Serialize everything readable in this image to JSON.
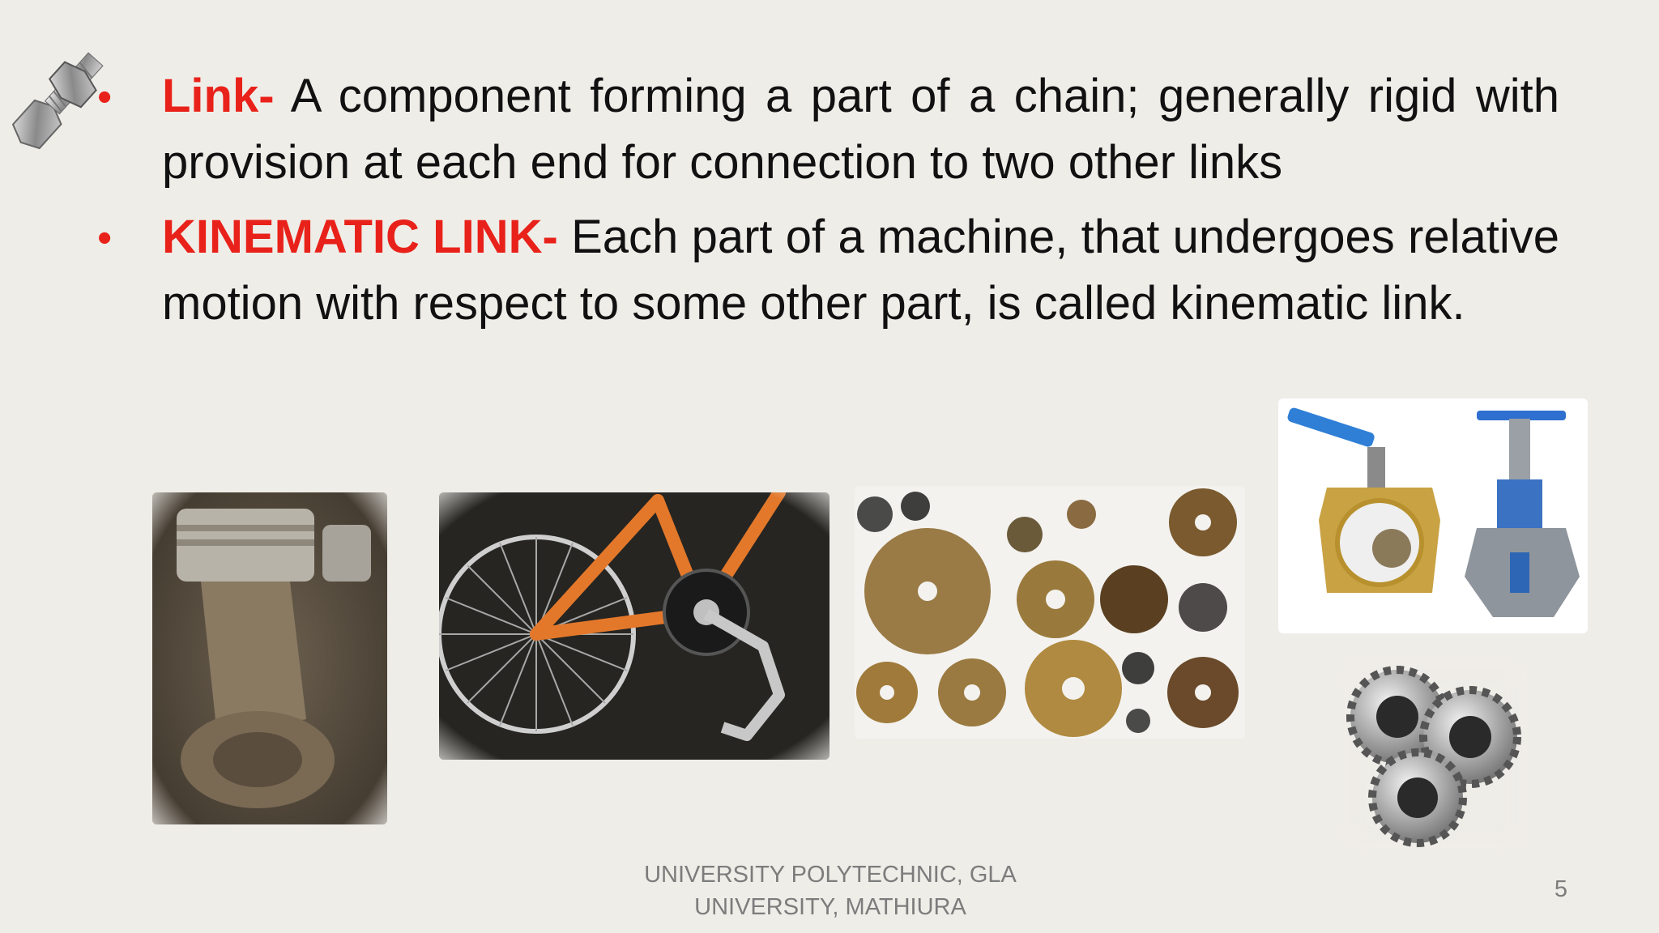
{
  "bullets": [
    {
      "marker": "•",
      "term": "Link-",
      "text": " A component forming a part of a chain; generally rigid with provision at each end for connection to two other links"
    },
    {
      "marker": "•",
      "term": "KINEMATIC LINK-",
      "text": " Each part of a machine, that undergoes relative motion with respect to some other part, is called kinematic link."
    }
  ],
  "images": [
    {
      "icon": "bolt-nut-icon"
    },
    {
      "icon": "piston-connecting-rod-photo"
    },
    {
      "icon": "bicycle-chainring-photo"
    },
    {
      "icon": "brass-gears-photo"
    },
    {
      "icon": "valves-photo"
    },
    {
      "icon": "steel-gears-photo"
    }
  ],
  "footer": {
    "line1": "UNIVERSITY POLYTECHNIC, GLA",
    "line2": "UNIVERSITY, MATHIURA",
    "page_number": "5"
  },
  "colors": {
    "background": "#efede8",
    "term": "#e8221a",
    "body_text": "#111111",
    "footer_text": "#7c7c7c"
  }
}
